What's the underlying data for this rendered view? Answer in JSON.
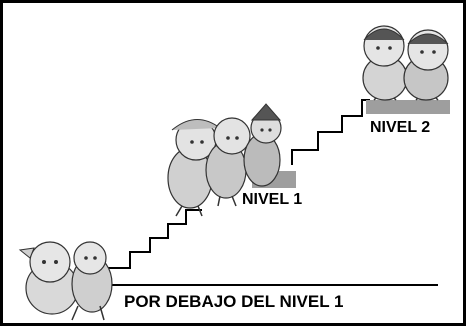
{
  "labels": {
    "below_level_1": "POR DEBAJO DEL NIVEL 1",
    "level_1": "NIVEL 1",
    "level_2": "NIVEL 2"
  },
  "colors": {
    "line": "#000000",
    "platform": "#9e9e9e",
    "figure_fill": "#d9d9d9",
    "figure_dark": "#555555",
    "background": "#ffffff"
  },
  "figures": {
    "bottom_group": "two-children-icon",
    "level_1_group": "three-children-icon",
    "level_2_group": "two-children-icon"
  }
}
